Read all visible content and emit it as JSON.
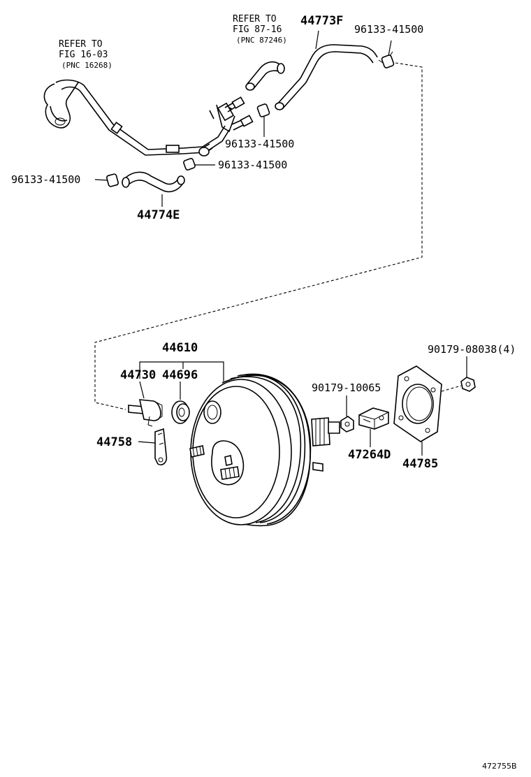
{
  "references": [
    {
      "line1": "REFER TO",
      "line2": "FIG 16-03",
      "line3": "(PNC 16268)"
    },
    {
      "line1": "REFER TO",
      "line2": "FIG 87-16",
      "line3": "(PNC 87246)"
    }
  ],
  "parts": {
    "hose_upper": "44773F",
    "clamp_top_right": "96133-41500",
    "clamp_mid": "96133-41500",
    "clamp_lower_mid": "96133-41500",
    "clamp_left": "96133-41500",
    "hose_lower": "44774E",
    "booster_assy": "44610",
    "check_valve": "44730",
    "grommet": "44696",
    "bracket": "44758",
    "nut_booster": "90179-10065",
    "nut_gasket": "90179-08038(4)",
    "clevis": "47264D",
    "gasket": "44785"
  },
  "footer": {
    "code": "472755B"
  }
}
